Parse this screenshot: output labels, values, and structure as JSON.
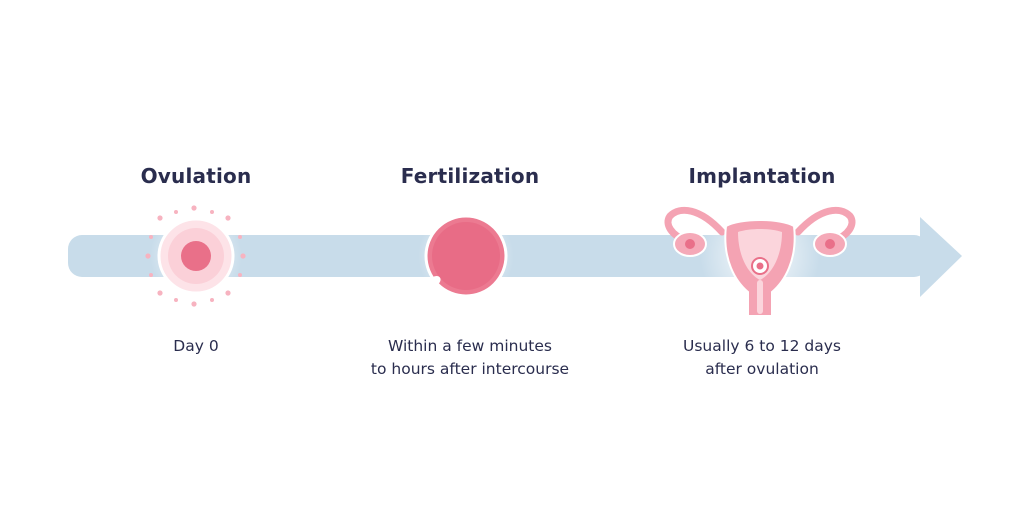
{
  "colors": {
    "arrow": "#c8dcea",
    "pink_light": "#fbd5dc",
    "pink_mid": "#f4a3b3",
    "pink_deep": "#e36a85",
    "text": "#2a2d4e"
  },
  "stages": [
    {
      "title": "Ovulation",
      "icon": "egg-cell-icon",
      "desc_line1": "Day 0",
      "desc_line2": ""
    },
    {
      "title": "Fertilization",
      "icon": "fertilized-egg-icon",
      "desc_line1": "Within a few minutes",
      "desc_line2": "to hours after intercourse"
    },
    {
      "title": "Implantation",
      "icon": "uterus-icon",
      "desc_line1": "Usually 6 to 12 days",
      "desc_line2": "after ovulation"
    }
  ]
}
